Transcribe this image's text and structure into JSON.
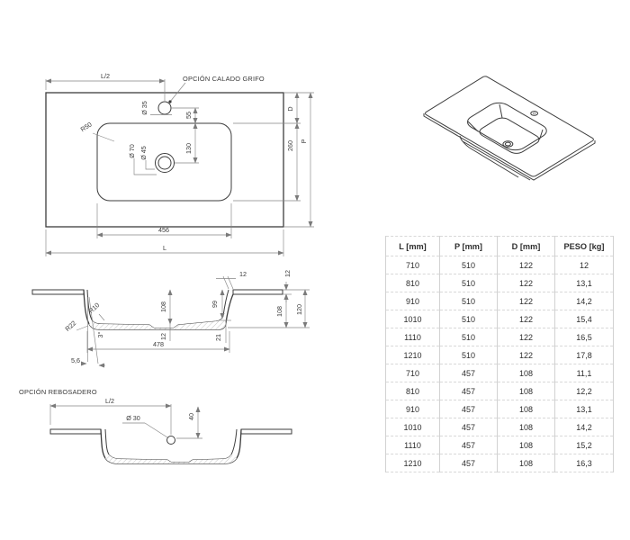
{
  "plan": {
    "half_length": "L/2",
    "faucet_note": "OPCIÓN CALADO GRIFO",
    "faucet_dia": "Ø 35",
    "faucet_offset": "55",
    "corner_radius": "R50",
    "drain_outer_dia": "Ø 70",
    "drain_inner_dia": "Ø 45",
    "drain_offset": "130",
    "depth_label": "D",
    "basin_depth": "260",
    "total_depth_label": "P",
    "basin_width": "456",
    "total_length_label": "L"
  },
  "section": {
    "rim_width": "12",
    "slab_thickness": "12",
    "basin_depth_center": "108",
    "basin_depth_right": "99",
    "under_depth": "108",
    "total_height": "120",
    "inner_radius": "R10",
    "outer_radius": "R22",
    "wall_angle": "3°",
    "floor_thickness": "12",
    "wall_bottom": "21",
    "inner_length": "478",
    "wall_offset": "5,6"
  },
  "overflow": {
    "title": "OPCIÓN REBOSADERO",
    "half_length": "L/2",
    "hole_dia": "Ø 30",
    "hole_offset": "40"
  },
  "table": {
    "headers": [
      "L [mm]",
      "P [mm]",
      "D [mm]",
      "PESO [kg]"
    ],
    "rows": [
      [
        "710",
        "510",
        "122",
        "12"
      ],
      [
        "810",
        "510",
        "122",
        "13,1"
      ],
      [
        "910",
        "510",
        "122",
        "14,2"
      ],
      [
        "1010",
        "510",
        "122",
        "15,4"
      ],
      [
        "1110",
        "510",
        "122",
        "16,5"
      ],
      [
        "1210",
        "510",
        "122",
        "17,8"
      ],
      [
        "710",
        "457",
        "108",
        "11,1"
      ],
      [
        "810",
        "457",
        "108",
        "12,2"
      ],
      [
        "910",
        "457",
        "108",
        "13,1"
      ],
      [
        "1010",
        "457",
        "108",
        "14,2"
      ],
      [
        "1110",
        "457",
        "108",
        "15,2"
      ],
      [
        "1210",
        "457",
        "108",
        "16,3"
      ]
    ]
  },
  "colors": {
    "outline": "#3d3d3d",
    "dimension": "#858585",
    "text": "#3a3a3a",
    "table_border": "#d2d2d2",
    "background": "#ffffff"
  }
}
